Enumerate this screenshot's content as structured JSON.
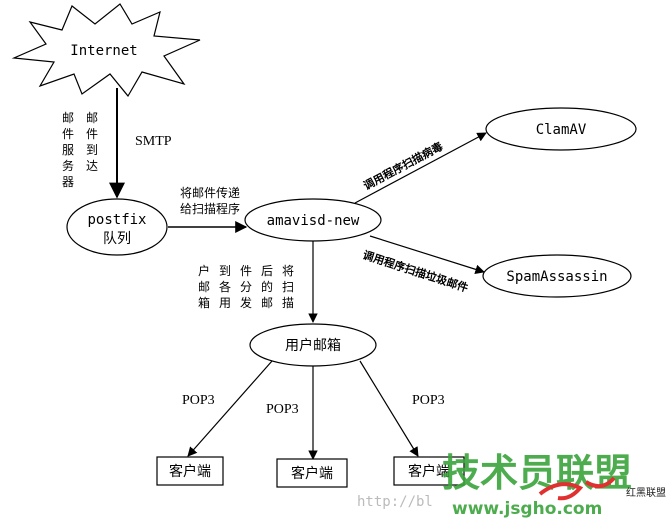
{
  "nodes": {
    "internet": "Internet",
    "postfix_line1": "postfix",
    "postfix_line2": "队列",
    "amavisd": "amavisd-new",
    "clamav": "ClamAV",
    "spamassassin": "SpamAssassin",
    "mailbox": "用户邮箱",
    "client1": "客户端",
    "client2": "客户端",
    "client3": "客户端"
  },
  "labels": {
    "mail_server_col1": [
      "邮",
      "件",
      "服",
      "务",
      "器"
    ],
    "mail_server_col2": [
      "邮",
      "件",
      "到",
      "达"
    ],
    "smtp": "SMTP",
    "forward_line1": "将邮件传递",
    "forward_line2": "给扫描程序",
    "call_antivirus": "调用程序扫描病毒",
    "call_antispam": "调用程序扫描垃圾邮件",
    "deliver_rows": [
      [
        "户",
        "到",
        "件",
        "后",
        "将"
      ],
      [
        "邮",
        "各",
        "分",
        "的",
        "扫"
      ],
      [
        "箱",
        "用",
        "发",
        "邮",
        "描"
      ]
    ],
    "pop3_left": "POP3",
    "pop3_mid": "POP3",
    "pop3_right": "POP3"
  },
  "watermark": {
    "url": "http://bl",
    "brand": "技术员联盟",
    "site": "www.jsgho.com",
    "side": "红黑联盟"
  },
  "colors": {
    "stroke": "#000000",
    "watermark_green": "#3aa33a",
    "watermark_red": "#e03030"
  }
}
